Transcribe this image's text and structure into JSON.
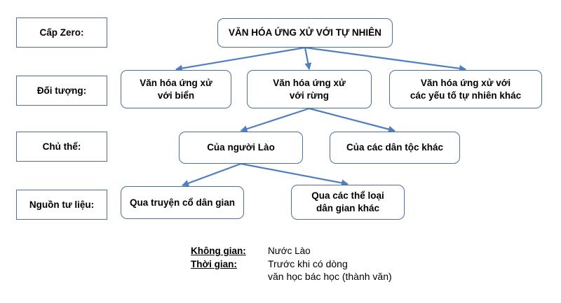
{
  "rows": [
    {
      "id": "cap-zero",
      "label": "Cấp Zero:"
    },
    {
      "id": "doi-tuong",
      "label": "Đối tượng:"
    },
    {
      "id": "chu-the",
      "label": "Chủ thể:"
    },
    {
      "id": "nguon-tu-lieu",
      "label": "Nguồn tư liệu:"
    }
  ],
  "nodes": {
    "root": "VĂN HÓA ỨNG XỬ VỚI TỰ NHIÊN",
    "bien": "Văn hóa ứng xử\nvới biển",
    "rung": "Văn hóa ứng xử\nvới rừng",
    "khac": "Văn hóa ứng xử với\ncác yếu tố tự nhiên khác",
    "nguoi_lao": "Của người Lào",
    "dan_toc_khac": "Của các dân tộc khác",
    "truyen_co": "Qua truyện cổ dân gian",
    "the_loai": "Qua các thể loại\ndân gian khác"
  },
  "edges": [
    [
      "root",
      "bien"
    ],
    [
      "root",
      "rung"
    ],
    [
      "root",
      "khac"
    ],
    [
      "rung",
      "nguoi_lao"
    ],
    [
      "rung",
      "dan_toc_khac"
    ],
    [
      "nguoi_lao",
      "truyen_co"
    ],
    [
      "nguoi_lao",
      "the_loai"
    ]
  ],
  "info": {
    "khong_gian_label": "Không gian:",
    "khong_gian_value": "Nước Lào",
    "thoi_gian_label": "Thời gian:",
    "thoi_gian_value_line1": "Trước khi có dòng",
    "thoi_gian_value_line2": "văn học bác học (thành văn)"
  },
  "colors": {
    "border": "#4a6fa0",
    "arrow": "#4f7fc0"
  }
}
